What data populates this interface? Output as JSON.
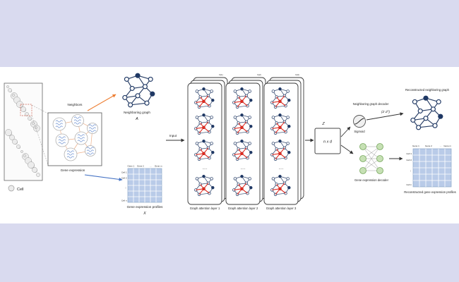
{
  "diagram": {
    "legend": {
      "cell": "Cell"
    },
    "inputs": {
      "neighbors_label": "Neighbors",
      "neighboring_graph_title": "Neighboring graph",
      "neighboring_graph_symbol": "A",
      "gene_expression_label": "Gene expression",
      "gene_profiles_title": "Gene expression profiles",
      "gene_profiles_symbol": "X"
    },
    "input_arrow": "Input",
    "encoder": {
      "dots": "····",
      "layers": [
        {
          "label": "Graph attention layer 1",
          "h": "h(1)"
        },
        {
          "label": "Graph attention layer 2",
          "h": "h(2)"
        },
        {
          "label": "Graph attention layer 3",
          "h": "h(3)"
        }
      ]
    },
    "latent": {
      "symbol": "Z",
      "box": "n x d"
    },
    "decoders": {
      "neighbor": {
        "title": "Neighboring graph decoder",
        "activation": "Sigmoid",
        "formula": "(Z·Zᵀ)",
        "output_title": "Reconstructed neighboring graph"
      },
      "gene": {
        "title": "Gene expression decoder",
        "output_title": "Reconstructed gene expression profiles"
      }
    },
    "matrix": {
      "col_first": "Gene 1",
      "col_second": "Gene 2",
      "col_ellipsis": "…",
      "col_last": "Gene m",
      "row_first": "Cell 1",
      "row_second": "Cell 2",
      "row_ellipsis": "⋮",
      "row_last": "Cell n"
    },
    "colors": {
      "background": "#d9daef",
      "node": "#1f3864",
      "attention_red": "#e8291c",
      "neighbors_orange": "#ed7d31",
      "expression_blue": "#4472c4",
      "matrix_cell": "#b9cbe8",
      "decoder_green": "#c6e0b4"
    }
  }
}
